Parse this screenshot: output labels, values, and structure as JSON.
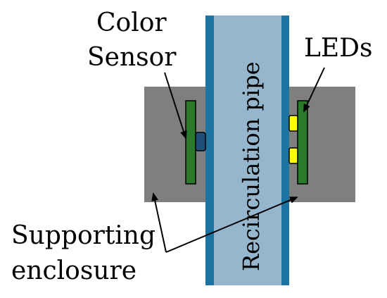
{
  "labels": {
    "color_sensor_line1": "Color",
    "color_sensor_line2": "Sensor",
    "leds": "LEDs",
    "pipe": "Recirculation pipe",
    "enclosure_line1": "Supporting",
    "enclosure_line2": "enclosure"
  },
  "colors": {
    "enclosure": "#7f7f7f",
    "pipe_wall": "#1f73a1",
    "pipe_fill": "#95b6cc",
    "pcb": "#2b7a2b",
    "sensor": "#1f4e79",
    "led": "#ffff00",
    "arrow": "#000000"
  }
}
